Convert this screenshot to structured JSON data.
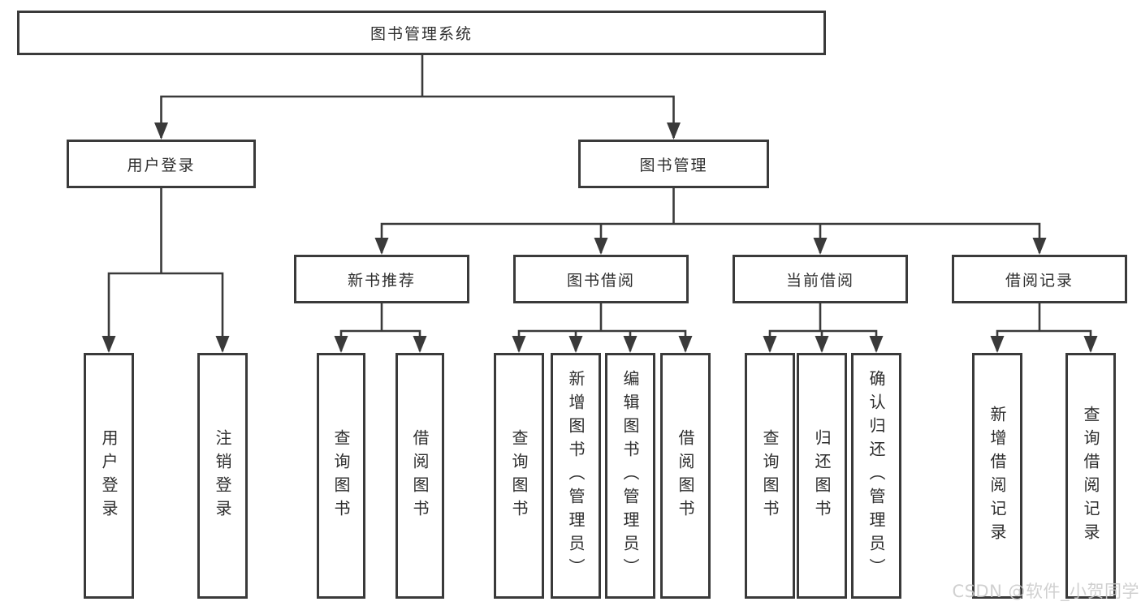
{
  "diagram": {
    "root": {
      "label": "图书管理系统"
    },
    "branches": [
      {
        "label": "用户登录",
        "children": [
          {
            "label": "用户登录"
          },
          {
            "label": "注销登录"
          }
        ]
      },
      {
        "label": "图书管理",
        "children": [
          {
            "label": "新书推荐",
            "children": [
              {
                "label": "查询图书"
              },
              {
                "label": "借阅图书"
              }
            ]
          },
          {
            "label": "图书借阅",
            "children": [
              {
                "label": "查询图书"
              },
              {
                "label": "新增图书（管理员）"
              },
              {
                "label": "编辑图书（管理员）"
              },
              {
                "label": "借阅图书"
              }
            ]
          },
          {
            "label": "当前借阅",
            "children": [
              {
                "label": "查询图书"
              },
              {
                "label": "归还图书"
              },
              {
                "label": "确认归还（管理员）"
              }
            ]
          },
          {
            "label": "借阅记录",
            "children": [
              {
                "label": "新增借阅记录"
              },
              {
                "label": "查询借阅记录"
              }
            ]
          }
        ]
      }
    ],
    "watermark": "CSDN @软件_小贺同学",
    "colors": {
      "line": "#3a3a3a",
      "text": "#2d2d2d",
      "background": "#ffffff",
      "watermark": "#cacaca"
    }
  }
}
